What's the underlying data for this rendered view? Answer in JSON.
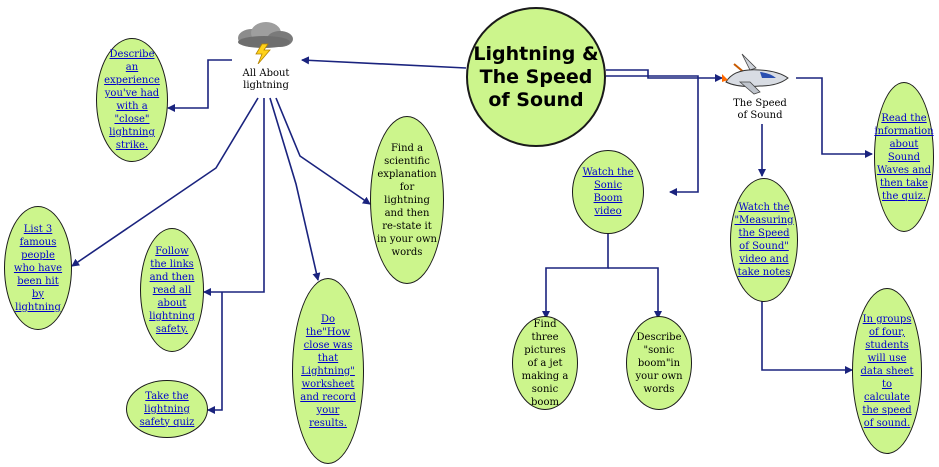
{
  "central_topic": "Lightning & The Speed of Sound",
  "branches": {
    "lightning": {
      "label": "All About lightning",
      "icon": "storm-cloud-lightning-icon",
      "activities": {
        "experience": "Describe an experience you've had with a \"close\" lightning strike.",
        "famous": "List 3 famous people who have been hit by lightning",
        "safety_links": "Follow the links and then read all about lightning safety.",
        "safety_quiz": "Take the lightning safety quiz",
        "worksheet": "Do the\"How close was that Lightning\" worksheet and record your results.",
        "explanation": "Find a scientific explanation for lightning and then re-state it in your own words"
      }
    },
    "speed_of_sound": {
      "label": "The Speed of Sound",
      "icon": "jet-plane-icon",
      "activities": {
        "sonic_video": "Watch the Sonic Boom video",
        "find_pictures": "Find three pictures of a jet making a sonic boom",
        "describe_boom": "Describe \"sonic boom\"in your own words",
        "measuring_video": "Watch the \"Measuring the Speed of Sound\" video and take notes",
        "sound_waves": "Read the information about Sound Waves and then take the quiz.",
        "groups": "In groups of four, students will use data sheet to calculate the speed of sound."
      }
    }
  },
  "colors": {
    "bubble_fill": "#ccf58c",
    "connector": "#1a237e",
    "link_text": "#0000cc"
  }
}
